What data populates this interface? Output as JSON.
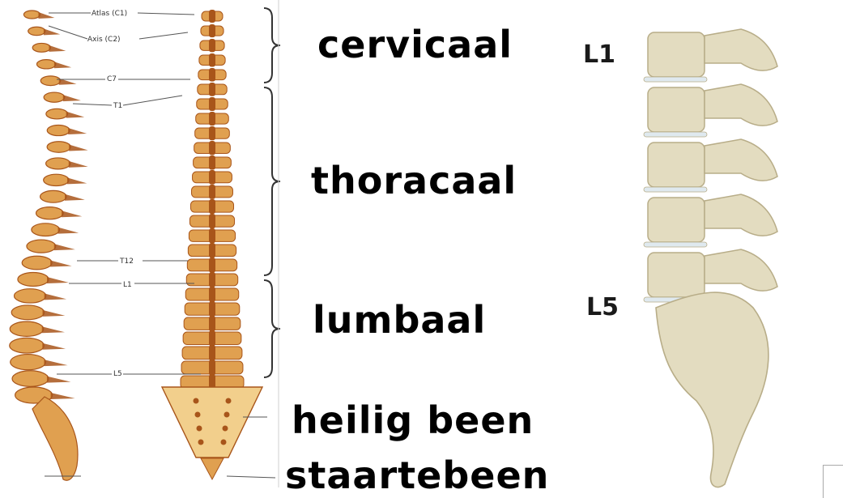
{
  "regions": {
    "cervical": "cervicaal",
    "thoracic": "thoracaal",
    "lumbar": "lumbaal",
    "sacrum": "heilig been",
    "coccyx": "staartebeen"
  },
  "vertebra_labels": {
    "atlas": "Atlas (C1)",
    "axis": "Axis (C2)",
    "c7": "C7",
    "t1": "T1",
    "t12": "T12",
    "l1": "L1",
    "l5": "L5"
  },
  "lumbar_figure": {
    "top_marker": "L1",
    "bottom_marker": "L5"
  },
  "colors": {
    "bone": "#e0a050",
    "bone_dark": "#a8551a",
    "bone_light": "#f2cf8c",
    "bracket": "#333333",
    "lumbar_bone": "#e3dcc0",
    "lumbar_shadow": "#b8ad88",
    "disc": "#dfe9ef"
  }
}
